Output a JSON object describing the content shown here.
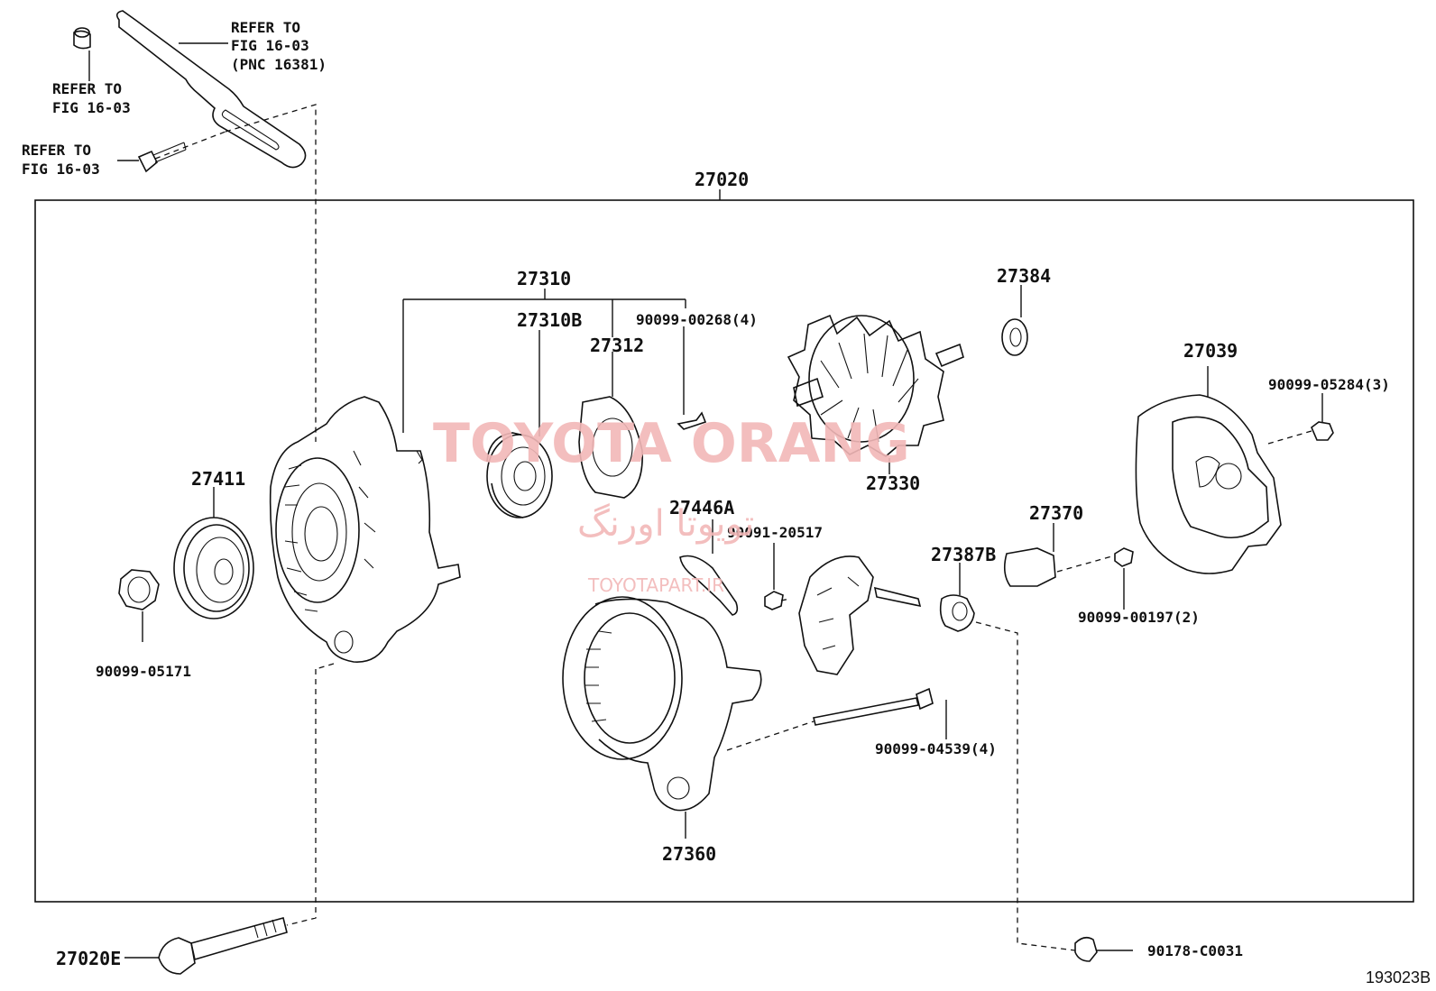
{
  "labels": {
    "refer_bracket_1": "REFER TO",
    "refer_bracket_2": "FIG 16-03",
    "refer_bracket_3": "(PNC 16381)",
    "refer_nut_1": "REFER TO",
    "refer_nut_2": "FIG 16-03",
    "refer_bolt_1": "REFER TO",
    "refer_bolt_2": "FIG 16-03",
    "p27020": "27020",
    "p27310": "27310",
    "p27310B": "27310B",
    "p27312": "27312",
    "p90099_00268": "90099-00268(4)",
    "p27384": "27384",
    "p27039": "27039",
    "p90099_05284": "90099-05284(3)",
    "p27411": "27411",
    "p27330": "27330",
    "p27446A": "27446A",
    "p90091_20517": "90091-20517",
    "p27370": "27370",
    "p27387B": "27387B",
    "p90099_00197": "90099-00197(2)",
    "p90099_05171": "90099-05171",
    "p90099_04539": "90099-04539(4)",
    "p27360": "27360",
    "p27020E": "27020E",
    "p90178_C0031": "90178-C0031",
    "figure_ref": "193023B"
  },
  "watermark": {
    "main": "TOYOTA ORANG",
    "farsi": "تویوتا اورنگ",
    "url": "TOYOTAPART.IR"
  },
  "colors": {
    "line": "#111111",
    "watermark": "#f2b8b8"
  }
}
